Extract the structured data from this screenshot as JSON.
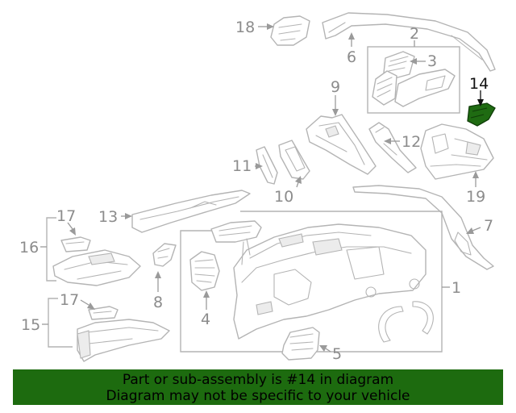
{
  "callouts": {
    "c1": "1",
    "c2": "2",
    "c3": "3",
    "c4": "4",
    "c5": "5",
    "c6": "6",
    "c7": "7",
    "c8": "8",
    "c9": "9",
    "c10": "10",
    "c11": "11",
    "c12": "12",
    "c13": "13",
    "c14": "14",
    "c15": "15",
    "c16": "16",
    "c17a": "17",
    "c17b": "17",
    "c18": "18",
    "c19": "19"
  },
  "highlight_part": "14",
  "colors": {
    "highlight": "#1f6b12",
    "banner": "#1d6b0f",
    "line_art": "#b4b4b4"
  },
  "banner": {
    "line1": "Part or sub-assembly is #14 in diagram",
    "line2": "Diagram may not be specific to your vehicle"
  }
}
